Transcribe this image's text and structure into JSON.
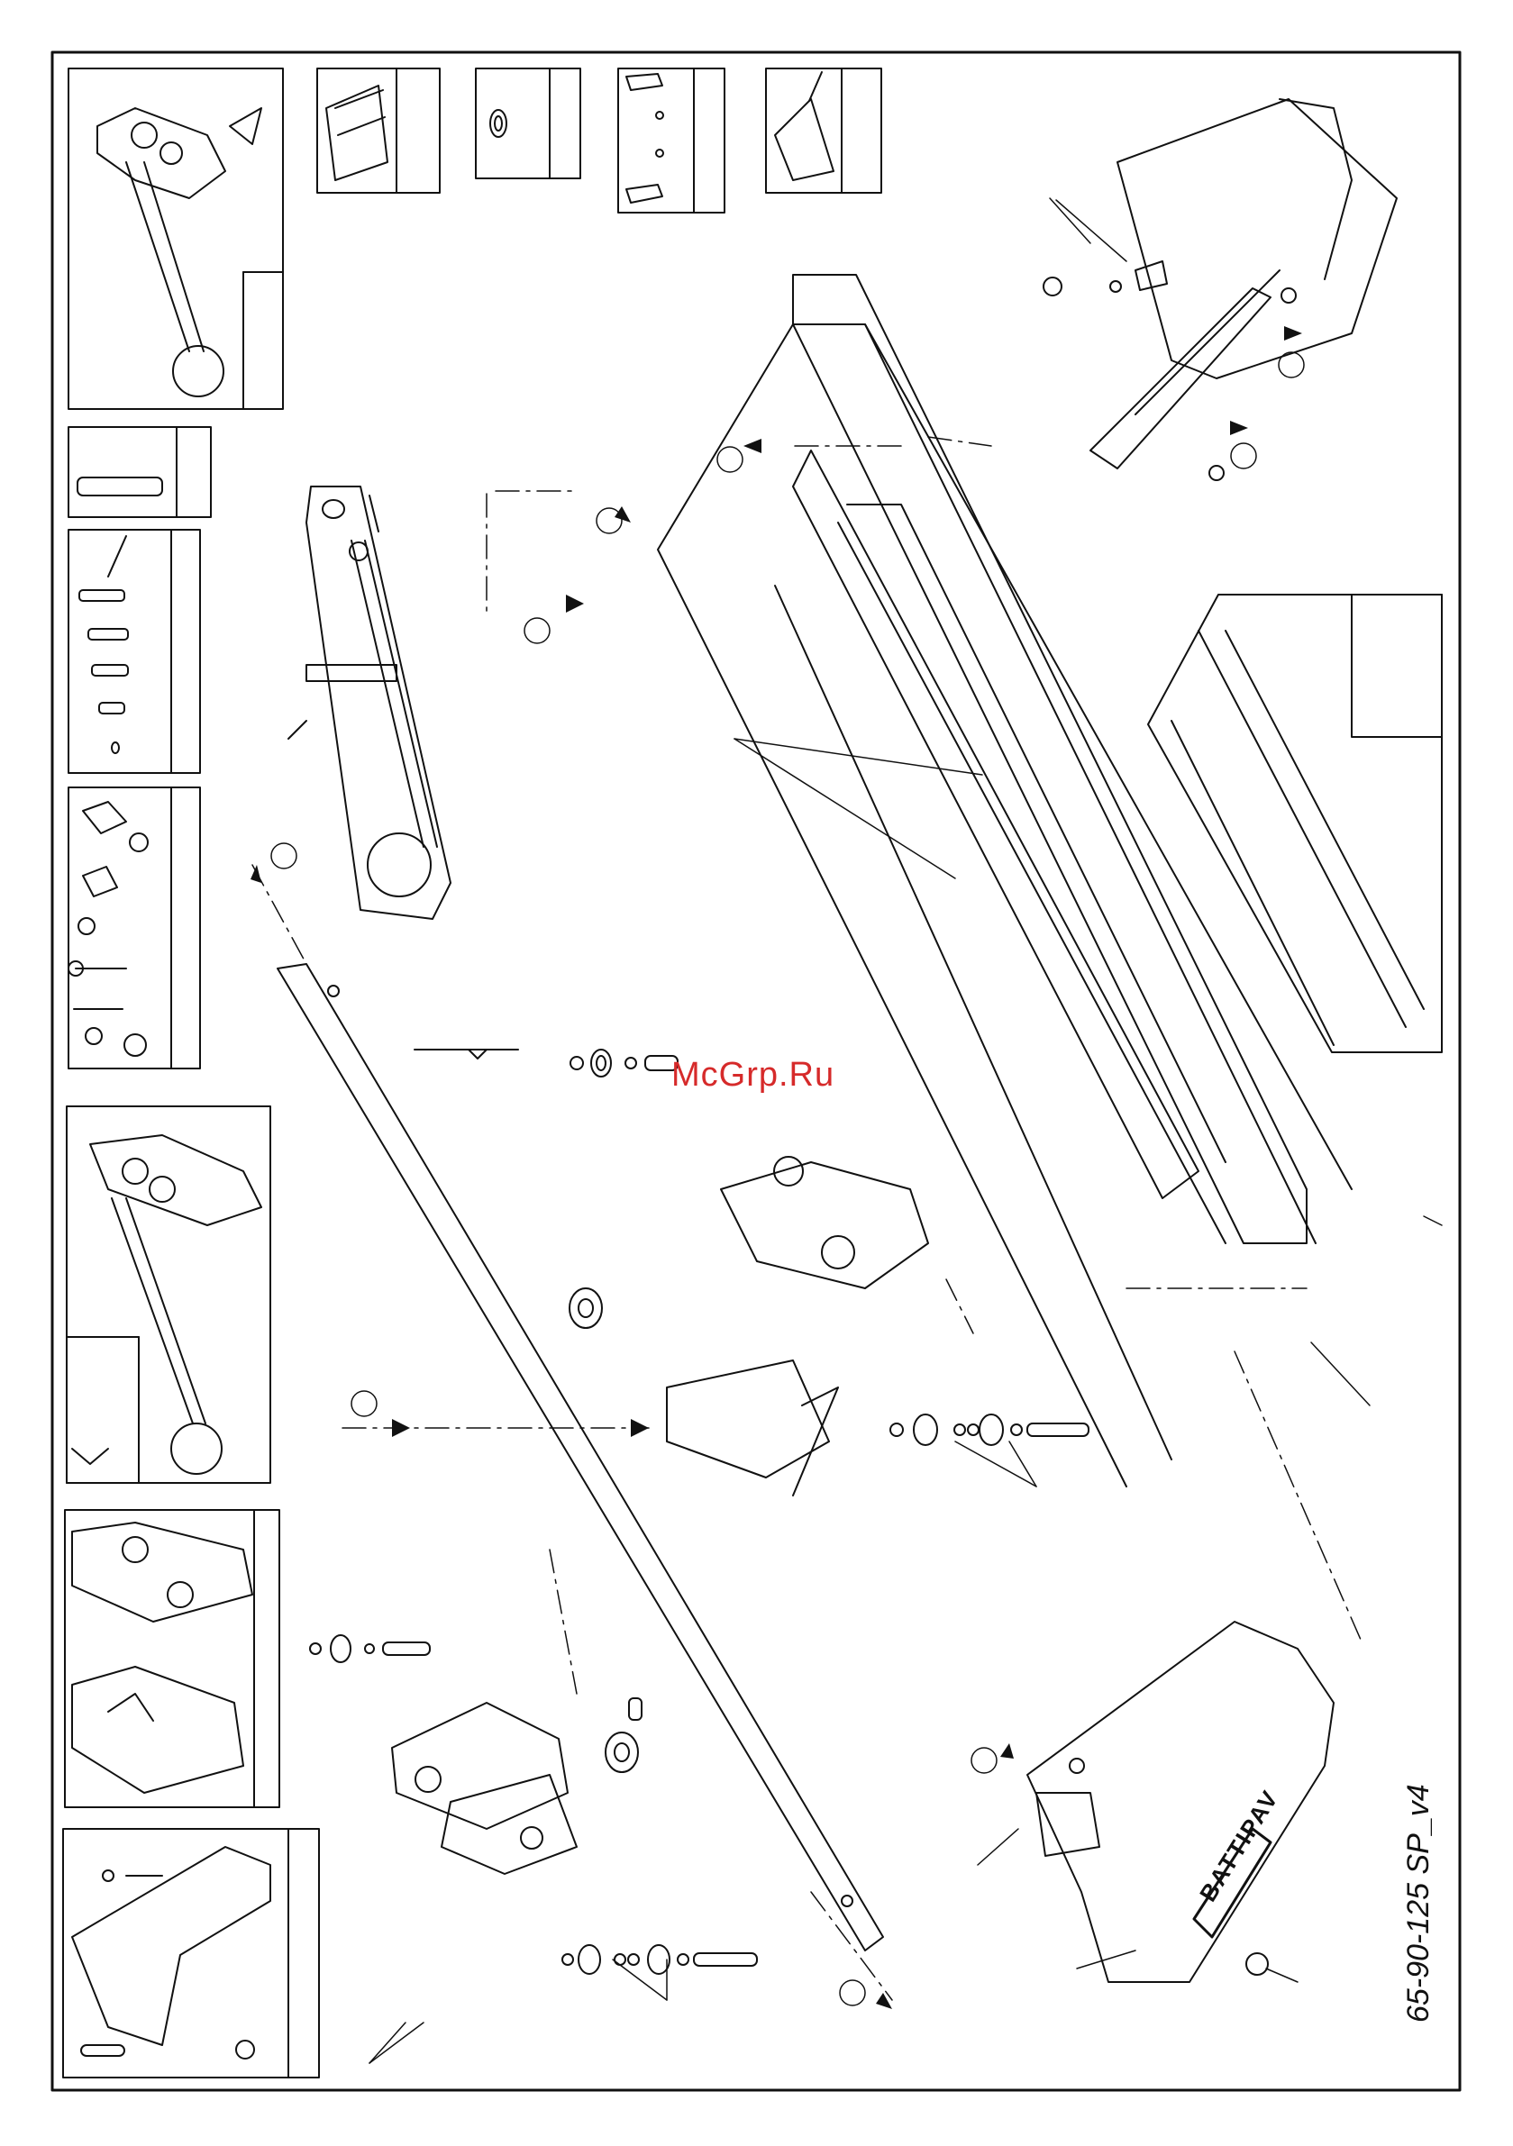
{
  "document": {
    "drawing_code": "65-90-125 SP_v4",
    "watermark": "McGrp.Ru",
    "brand_plate": "BATTIPAV"
  },
  "callouts": [
    {
      "id": "c1"
    },
    {
      "id": "c2"
    },
    {
      "id": "c3"
    },
    {
      "id": "c4"
    },
    {
      "id": "c5"
    },
    {
      "id": "c6"
    },
    {
      "id": "c7"
    },
    {
      "id": "c8"
    },
    {
      "id": "c9"
    },
    {
      "id": "c10"
    }
  ],
  "colors": {
    "line": "#111111",
    "watermark": "#d62a2a",
    "paper": "#ffffff"
  }
}
